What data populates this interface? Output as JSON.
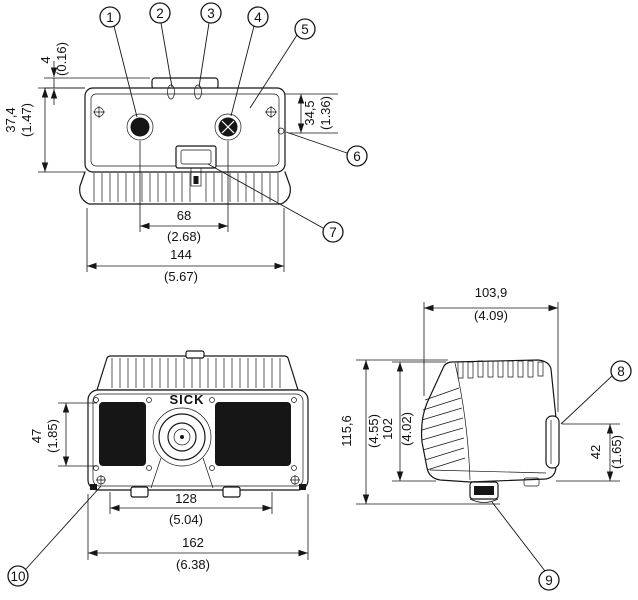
{
  "brand_label": "SICK",
  "callouts": {
    "c1": "1",
    "c2": "2",
    "c3": "3",
    "c4": "4",
    "c5": "5",
    "c6": "6",
    "c7": "7",
    "c8": "8",
    "c9": "9",
    "c10": "10"
  },
  "dims": {
    "d4": {
      "mm": "4",
      "inch": "(0.16)"
    },
    "d374": {
      "mm": "37,4",
      "inch": "(1.47)"
    },
    "d345": {
      "mm": "34,5",
      "inch": "(1.36)"
    },
    "d68": {
      "mm": "68",
      "inch": "(2.68)"
    },
    "d144": {
      "mm": "144",
      "inch": "(5.67)"
    },
    "d47": {
      "mm": "47",
      "inch": "(1.85)"
    },
    "d128": {
      "mm": "128",
      "inch": "(5.04)"
    },
    "d162": {
      "mm": "162",
      "inch": "(6.38)"
    },
    "d1039": {
      "mm": "103,9",
      "inch": "(4.09)"
    },
    "d1156": {
      "mm": "115,6",
      "inch": "(4.55)"
    },
    "d102": {
      "mm": "102",
      "inch": "(4.02)"
    },
    "d42": {
      "mm": "42",
      "inch": "(1.65)"
    }
  },
  "colors": {
    "line": "#161616",
    "background": "#ffffff"
  }
}
